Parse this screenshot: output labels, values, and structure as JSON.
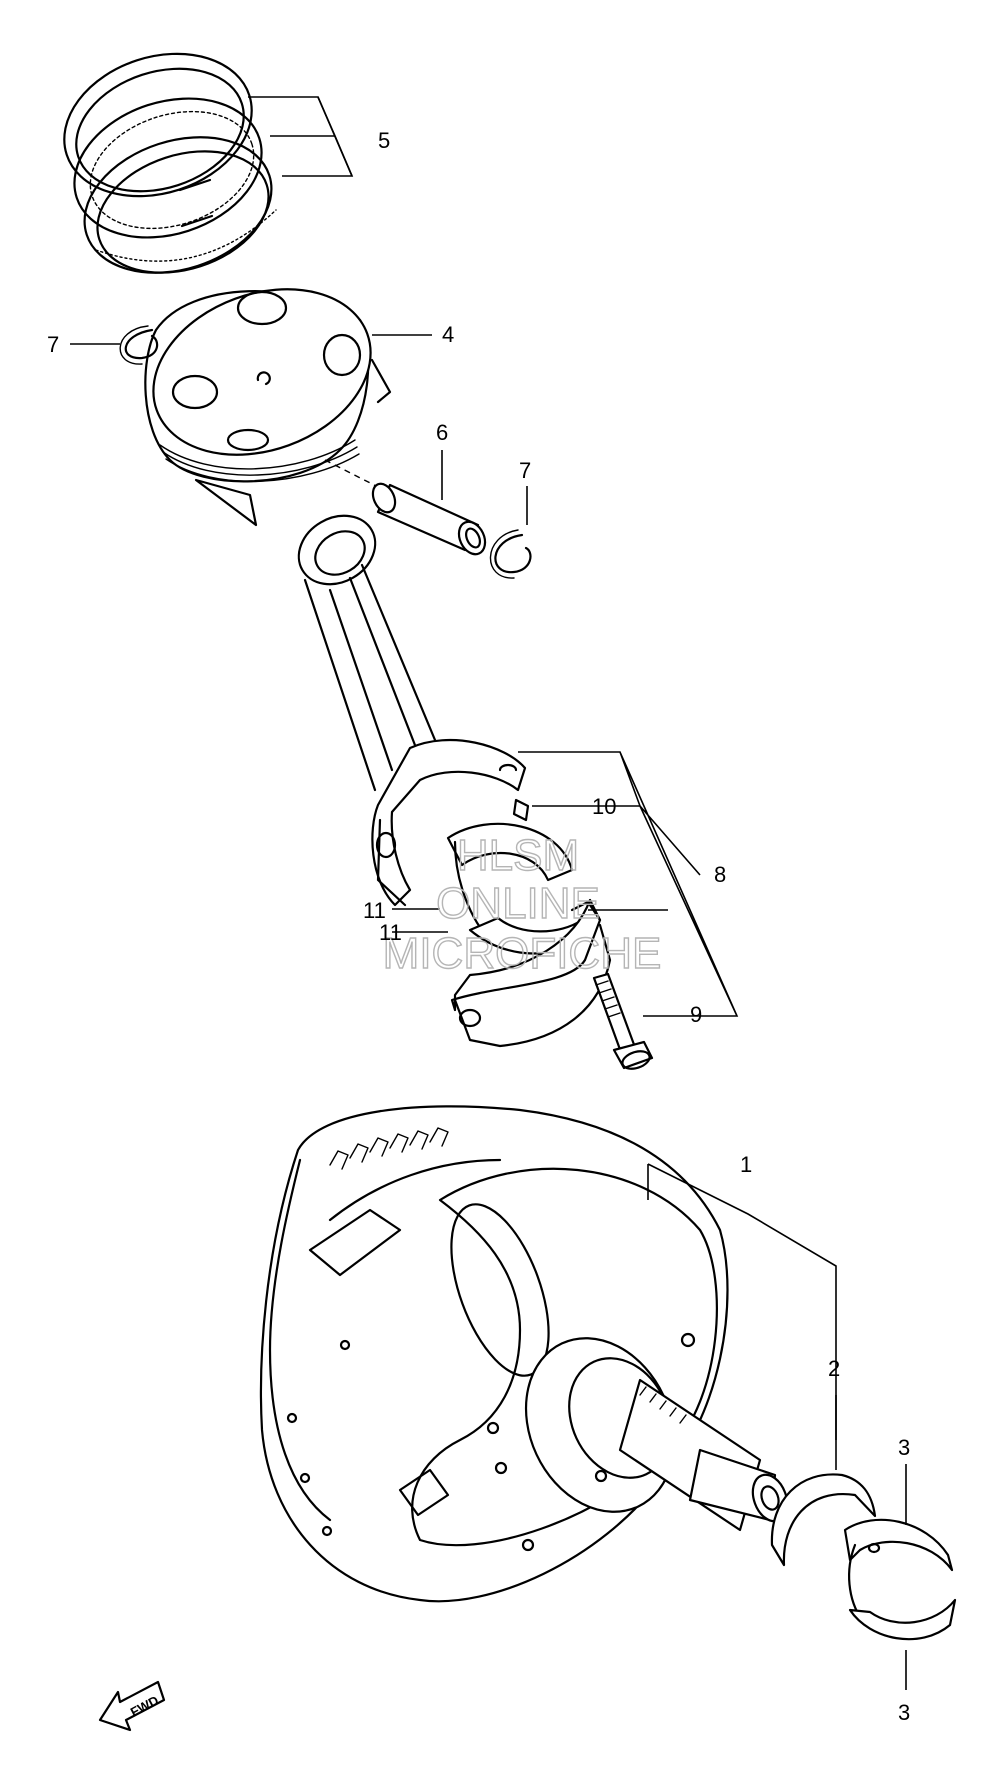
{
  "callouts": {
    "c1": "1",
    "c2": "2",
    "c3_top": "3",
    "c3_bottom": "3",
    "c4": "4",
    "c5": "5",
    "c6": "6",
    "c7_left": "7",
    "c7_right": "7",
    "c8": "8",
    "c9": "9",
    "c10": "10",
    "c11_a": "11",
    "c11_b": "11"
  },
  "watermark": {
    "line1": "HLSM",
    "line2": "ONLINE",
    "line3": "MICROFICHE"
  },
  "direction_badge": {
    "label": "FWD",
    "icon": "forward-arrow-icon"
  }
}
